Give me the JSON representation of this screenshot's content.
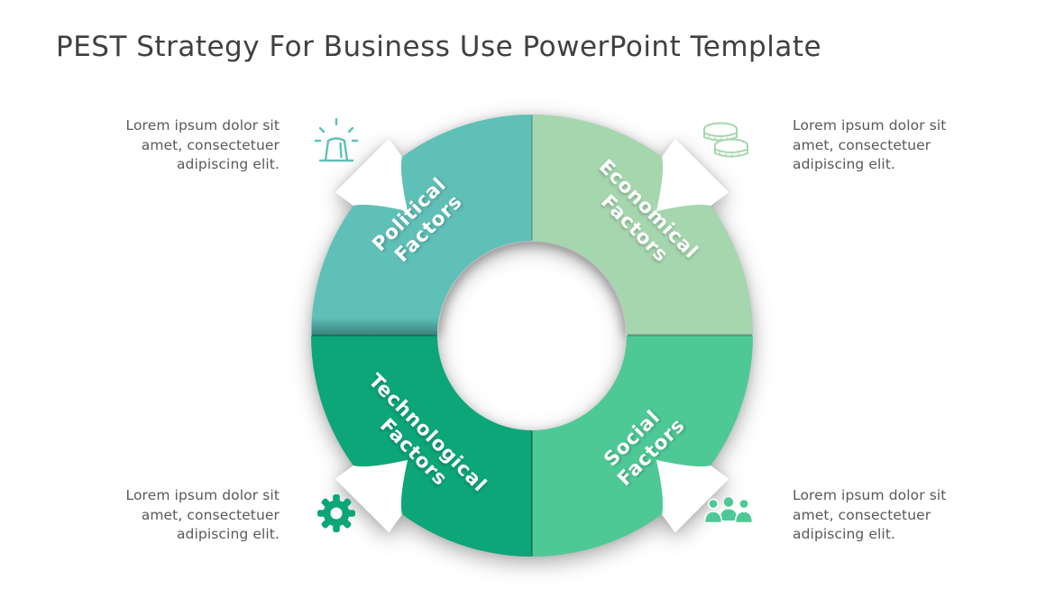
{
  "title": "PEST Strategy For Business Use PowerPoint Template",
  "text_colors": {
    "title": "#404040",
    "body": "#595959"
  },
  "diagram": {
    "type": "pest-cycle-donut",
    "segments": [
      {
        "name": "political",
        "line1": "Political",
        "line2": "Factors",
        "color": "#5fc0b8"
      },
      {
        "name": "economical",
        "line1": "Economical",
        "line2": "Factors",
        "color": "#a5d6ae"
      },
      {
        "name": "social",
        "line1": "Social",
        "line2": "Factors",
        "color": "#4ec996"
      },
      {
        "name": "technological",
        "line1": "Technological",
        "line2": "Factors",
        "color": "#0ca678"
      }
    ]
  },
  "notes": [
    {
      "position": "top-left",
      "icon": "siren-icon",
      "icon_color": "#5fc0b8",
      "text": "Lorem ipsum dolor sit amet, consectetuer adipiscing elit."
    },
    {
      "position": "top-right",
      "icon": "coins-icon",
      "icon_color": "#a5d6ae",
      "text": "Lorem ipsum dolor sit amet, consectetuer adipiscing elit."
    },
    {
      "position": "bottom-left",
      "icon": "gear-icon",
      "icon_color": "#0ca678",
      "text": "Lorem ipsum dolor sit amet, consectetuer adipiscing elit."
    },
    {
      "position": "bottom-right",
      "icon": "people-icon",
      "icon_color": "#4ec996",
      "text": "Lorem ipsum dolor sit amet, consectetuer adipiscing elit."
    }
  ]
}
